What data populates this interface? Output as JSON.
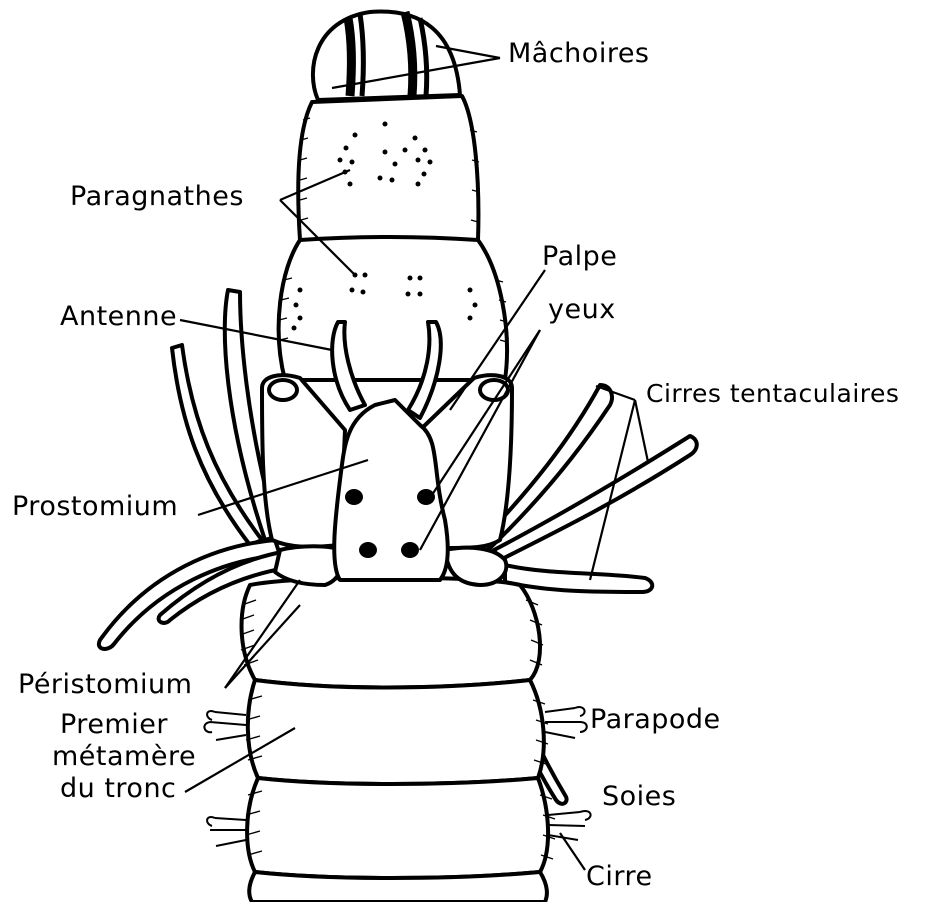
{
  "labels": {
    "machoires": "Mâchoires",
    "paragnathes": "Paragnathes",
    "palpe": "Palpe",
    "antenne": "Antenne",
    "yeux": "yeux",
    "cirres_tentaculaires": "Cirres tentaculaires",
    "prostomium": "Prostomium",
    "peristomium": "Péristomium",
    "premier_line1": "Premier",
    "premier_line2": "métamère",
    "premier_line3": "du tronc",
    "parapode": "Parapode",
    "soies": "Soies",
    "cirre": "Cirre"
  },
  "colors": {
    "ink": "#000000",
    "paper": "#ffffff"
  }
}
